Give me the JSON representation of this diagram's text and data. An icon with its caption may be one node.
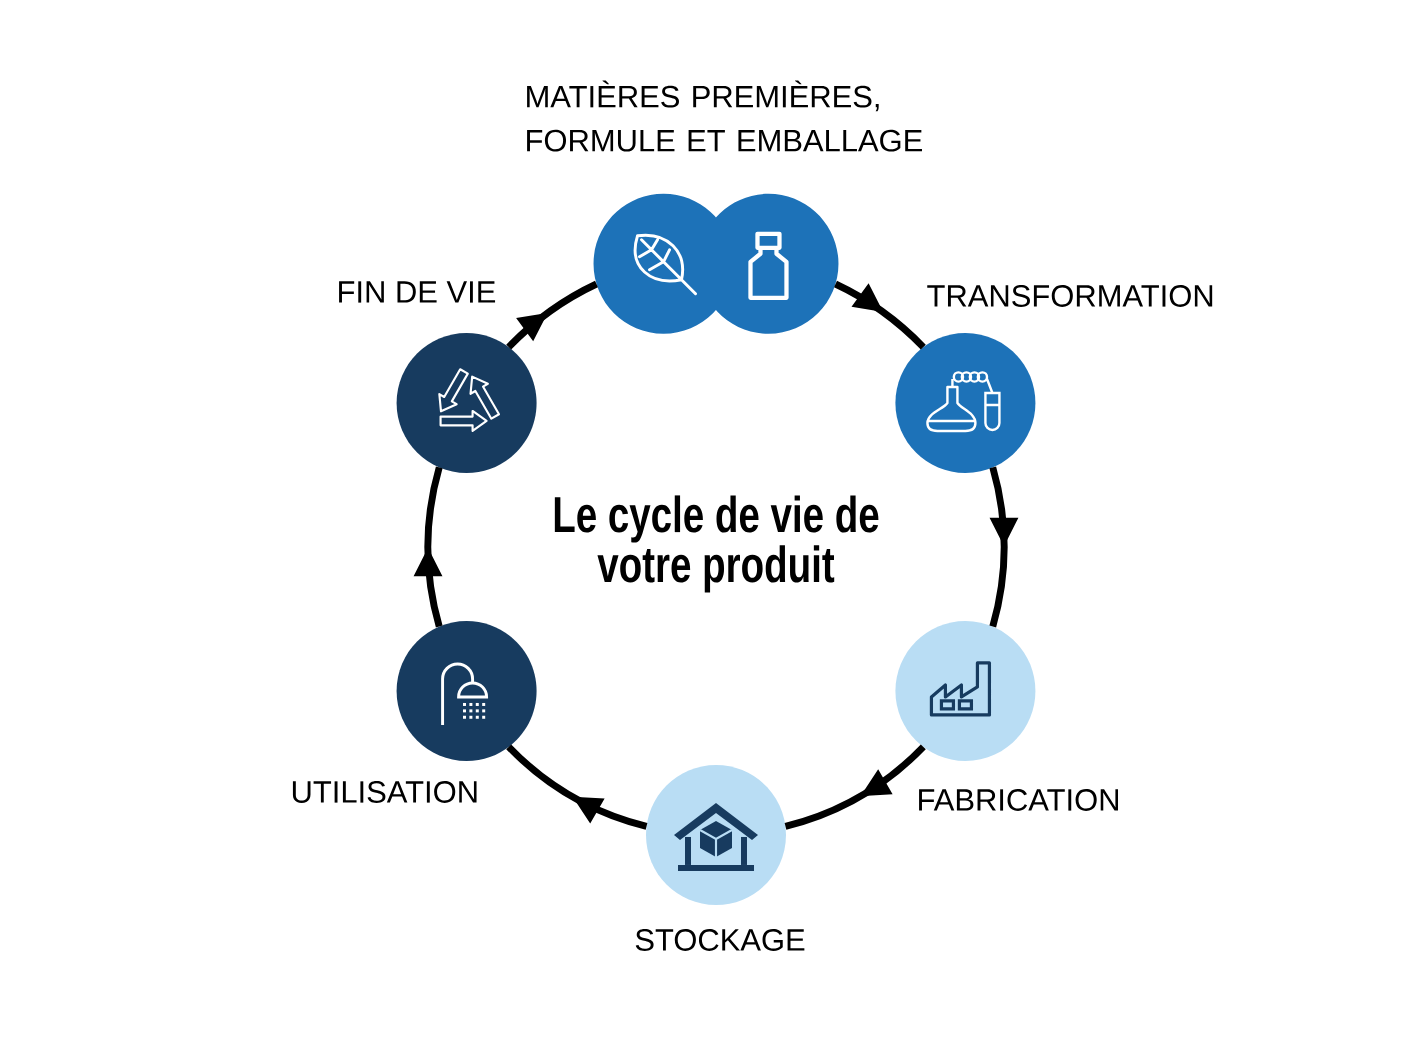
{
  "diagram": {
    "title": "Le cycle de vie de votre produit",
    "nodes": [
      {
        "text": [
          "MATIÈRES PREMIÈRES, FORMULE ET EMBALLAGE"
        ]
      },
      {
        "text": [
          "TRANSFORMATION"
        ]
      },
      {
        "text": [
          "FABRICATION"
        ]
      },
      {
        "text": [
          "STOCKAGE"
        ]
      },
      {
        "text": [
          "UTILISATION"
        ]
      },
      {
        "text": [
          "FIN DE VIE"
        ]
      }
    ],
    "edges": [
      {
        "from": 0,
        "to": 1,
        "arrow": "to"
      },
      {
        "from": 1,
        "to": 2,
        "arrow": "to"
      },
      {
        "from": 2,
        "to": 3,
        "arrow": "to"
      },
      {
        "from": 3,
        "to": 4,
        "arrow": "to"
      },
      {
        "from": 4,
        "to": 5,
        "arrow": "to"
      },
      {
        "from": 5,
        "to": 0,
        "arrow": "to"
      }
    ]
  }
}
